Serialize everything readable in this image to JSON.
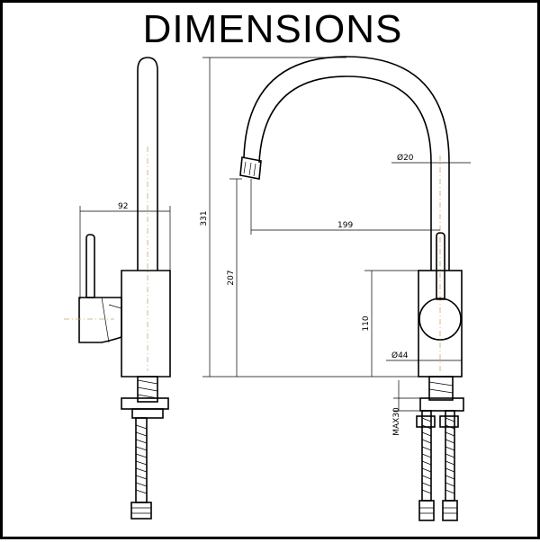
{
  "title": "DIMENSIONS",
  "dimensions": {
    "width_side": "92",
    "height_total": "331",
    "height_spout": "207",
    "reach": "199",
    "spout_dia": "Ø20",
    "body_dia": "Ø44",
    "body_height": "110",
    "max_thickness": "MAX30"
  }
}
